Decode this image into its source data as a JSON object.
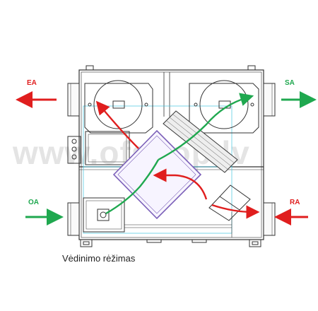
{
  "watermark": "www.ofshop.lv",
  "caption": "Vėdinimo rėžimas",
  "ports": {
    "ea": "EA",
    "sa": "SA",
    "oa": "OA",
    "ra": "RA"
  },
  "colors": {
    "exhaust_red": "#e01e1e",
    "supply_green": "#1fa84f",
    "duct_line": "#333333",
    "exchanger_outline": "#7b5fb8",
    "cyan_guide": "#44c6e0"
  }
}
